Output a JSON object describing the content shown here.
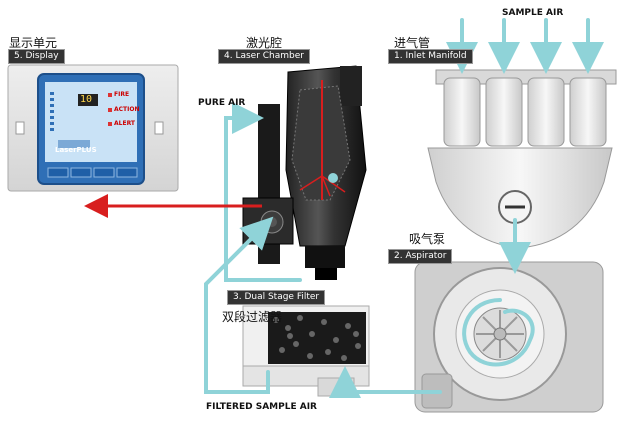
{
  "labels": {
    "display_cn": "显示单元",
    "display_tag": "5. Display",
    "laser_cn": "激光腔",
    "laser_tag": "4. Laser Chamber",
    "inlet_cn": "进气管",
    "inlet_tag": "1. Inlet Manifold",
    "sample_air": "SAMPLE AIR",
    "pure_air": "PURE AIR",
    "aspirator_cn": "吸气泵",
    "aspirator_tag": "2. Aspirator",
    "filter_tag": "3. Dual Stage Filter",
    "filter_cn": "双段过滤器",
    "filtered_sample_air": "FILTERED SAMPLE AIR"
  },
  "display_panel": {
    "readout": "10",
    "status_buttons": [
      "FIRE",
      "ACTION",
      "ALERT"
    ],
    "brand": "LaserPLUS"
  },
  "colors": {
    "air_flow": "#8fd3d8",
    "signal": "#d81e1e",
    "display_bezel": "#2f6fb6",
    "tag_bg": "#333333"
  }
}
